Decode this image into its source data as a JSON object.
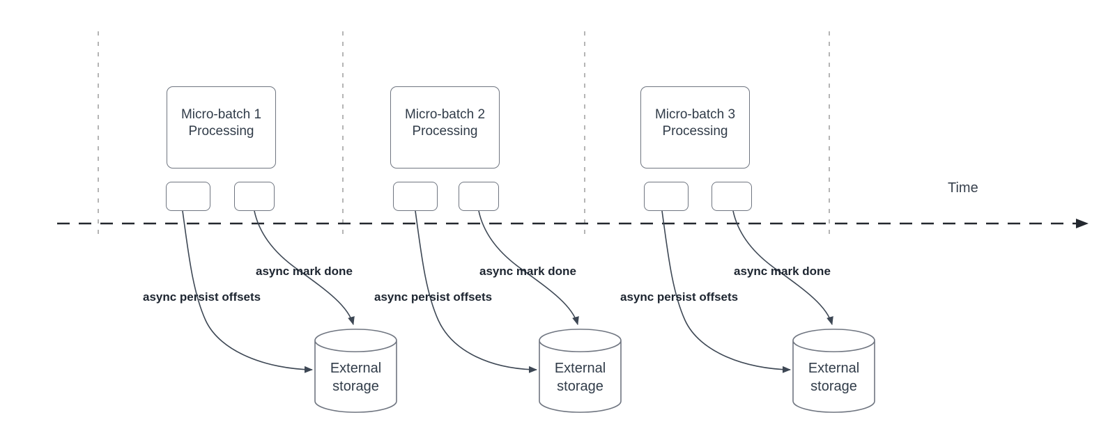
{
  "diagram": {
    "kind": "micro-batch streaming timeline",
    "time_axis_label": "Time",
    "groups": [
      {
        "box_line1": "Micro-batch 1",
        "box_line2": "Processing",
        "persist_arrow_label": "async persist offsets",
        "done_arrow_label": "async mark done",
        "storage_line1": "External",
        "storage_line2": "storage"
      },
      {
        "box_line1": "Micro-batch 2",
        "box_line2": "Processing",
        "persist_arrow_label": "async persist offsets",
        "done_arrow_label": "async mark done",
        "storage_line1": "External",
        "storage_line2": "storage"
      },
      {
        "box_line1": "Micro-batch 3",
        "box_line2": "Processing",
        "persist_arrow_label": "async persist offsets",
        "done_arrow_label": "async mark done",
        "storage_line1": "External",
        "storage_line2": "storage"
      }
    ],
    "colors": {
      "background": "#ffffff",
      "shape_stroke": "#6f7580",
      "shape_text": "#313c49",
      "edge_stroke": "#3d4754",
      "edge_label_text": "#1d2530",
      "axis_stroke": "#23282f",
      "gridline_stroke": "#b5b5b5"
    }
  }
}
